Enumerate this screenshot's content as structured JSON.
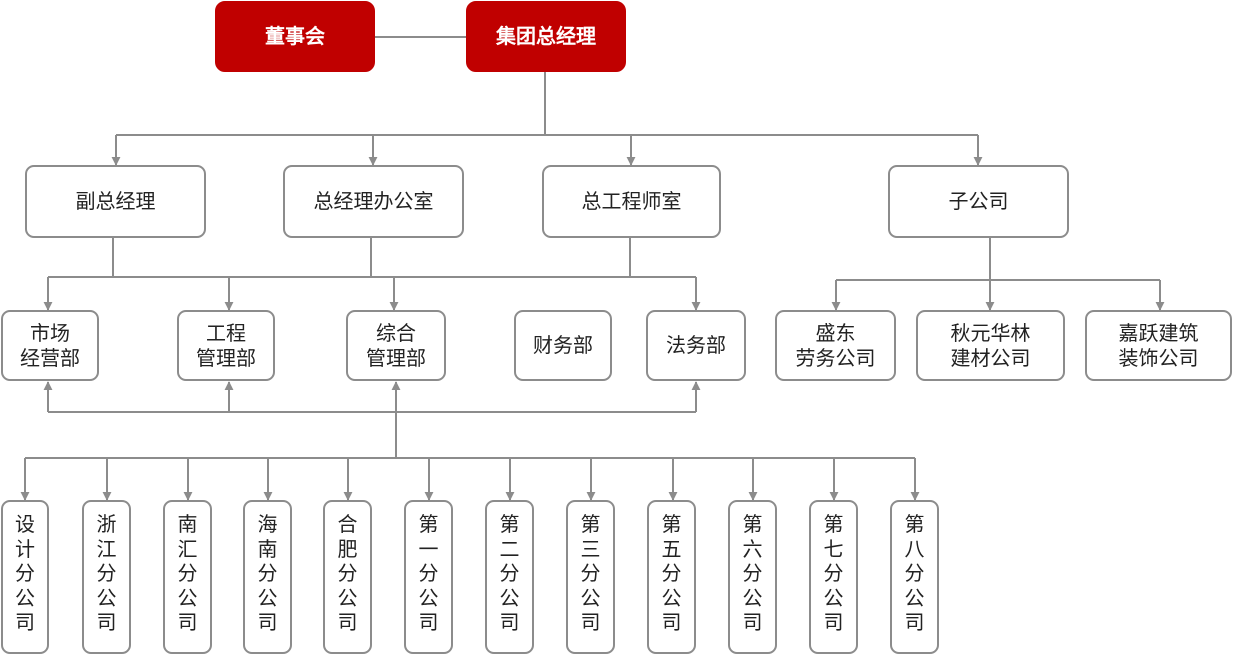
{
  "top": {
    "board": "董事会",
    "gm": "集团总经理"
  },
  "level2": {
    "vice_gm": "副总经理",
    "gm_office": "总经理办公室",
    "chief_engineer": "总工程师室",
    "subsidiaries": "子公司"
  },
  "departments": {
    "market": "市场\n经营部",
    "engineering": "工程\n管理部",
    "general": "综合\n管理部",
    "finance": "财务部",
    "legal": "法务部"
  },
  "subsidiary_companies": {
    "shengdong": "盛东\n劳务公司",
    "qiuyuan": "秋元华林\n建材公司",
    "jiayue": "嘉跃建筑\n装饰公司"
  },
  "branches": [
    "设\n计\n分\n公\n司",
    "浙\n江\n分\n公\n司",
    "南\n汇\n分\n公\n司",
    "海\n南\n分\n公\n司",
    "合\n肥\n分\n公\n司",
    "第\n一\n分\n公\n司",
    "第\n二\n分\n公\n司",
    "第\n三\n分\n公\n司",
    "第\n五\n分\n公\n司",
    "第\n六\n分\n公\n司",
    "第\n七\n分\n公\n司",
    "第\n八\n分\n公\n司"
  ],
  "colors": {
    "accent_red": "#c00000",
    "line_gray": "#8c8c8c",
    "text": "#222222"
  }
}
